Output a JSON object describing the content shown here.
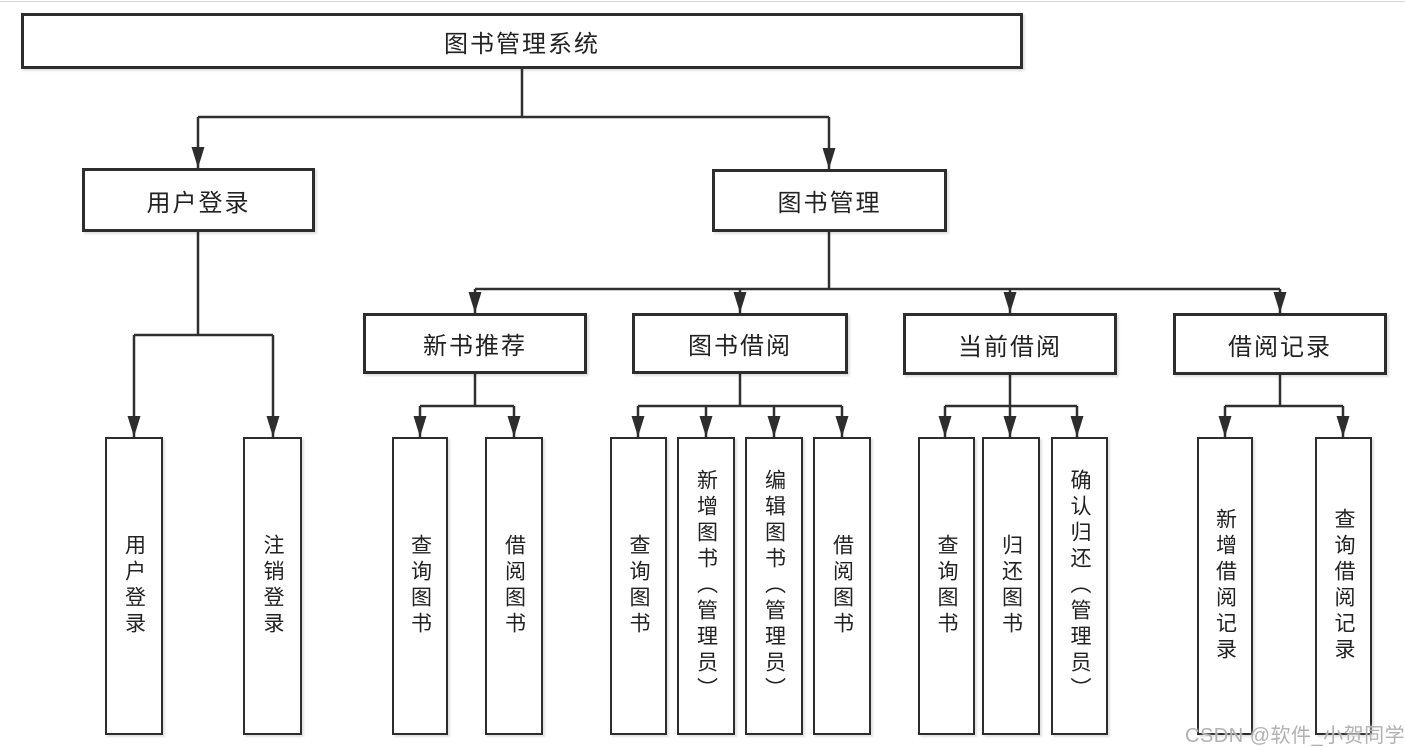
{
  "diagram": {
    "root": {
      "label": "图书管理系统"
    },
    "branches": [
      {
        "label": "用户登录",
        "leaves": [
          "用户登录",
          "注销登录"
        ]
      },
      {
        "label": "图书管理",
        "children": [
          {
            "label": "新书推荐",
            "leaves": [
              "查询图书",
              "借阅图书"
            ]
          },
          {
            "label": "图书借阅",
            "leaves": [
              "查询图书",
              "新增图书（管理员）",
              "编辑图书（管理员）",
              "借阅图书"
            ]
          },
          {
            "label": "当前借阅",
            "leaves": [
              "查询图书",
              "归还图书",
              "确认归还（管理员）"
            ]
          },
          {
            "label": "借阅记录",
            "leaves": [
              "新增借阅记录",
              "查询借阅记录"
            ]
          }
        ]
      }
    ]
  },
  "watermark": {
    "text": "CSDN @软件_小贺同学"
  },
  "colors": {
    "line": "#303030",
    "border": "#2d2d2d",
    "text": "#222222",
    "background": "#ffffff",
    "watermark": "#b1b1b1"
  }
}
